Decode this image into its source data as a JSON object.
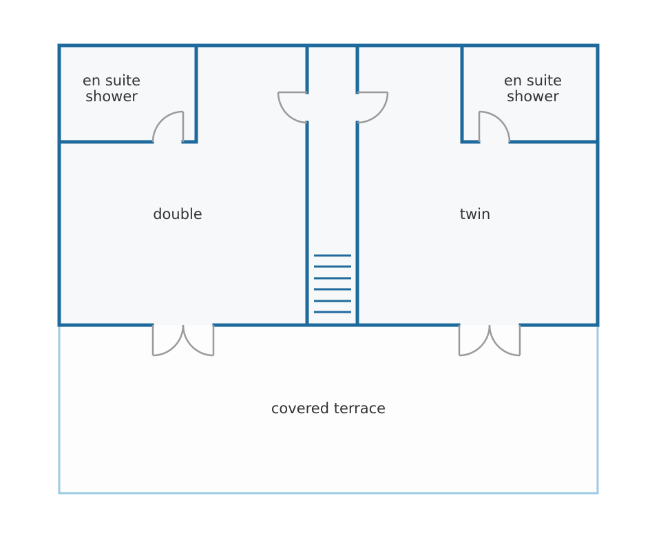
{
  "rooms": {
    "ensuite_left": {
      "line1": "en suite",
      "line2": "shower"
    },
    "ensuite_right": {
      "line1": "en suite",
      "line2": "shower"
    },
    "double": "double",
    "twin": "twin",
    "terrace": "covered terrace"
  },
  "colors": {
    "wall": "#1f6a9c",
    "terrace_edge": "#9ccbe4",
    "door": "#9a9a9a",
    "room_fill": "#f7f8f9",
    "text": "#333333"
  }
}
